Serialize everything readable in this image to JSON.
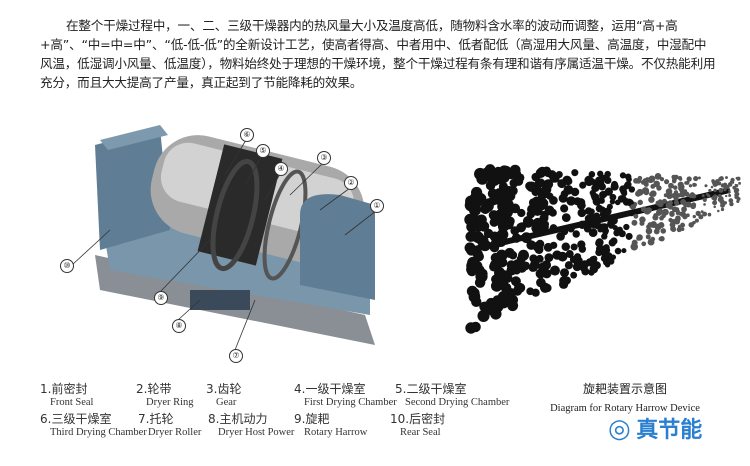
{
  "intro": "在整个干燥过程中，一、二、三级干燥器内的热风量大小及温度高低，随物料含水率的波动而调整，运用“高+高+高”、“中=中=中”、“低-低-低”的全新设计工艺，使高者得高、中者用中、低者配低（高湿用大风量、高温度，中湿配中风温，低湿调小风量、低温度），物料始终处于理想的干燥环境，整个干燥过程有条有理和谐有序属适温干燥。不仅热能利用充分，而且大大提高了产量，真正起到了节能降耗的效果。",
  "callouts": [
    "①",
    "②",
    "③",
    "④",
    "⑤",
    "⑥",
    "⑦",
    "⑧",
    "⑨",
    "⑩"
  ],
  "legend": [
    {
      "zh": "1.前密封",
      "en": "Front Seal"
    },
    {
      "zh": "2.轮带",
      "en": "Dryer Ring"
    },
    {
      "zh": "3.齿轮",
      "en": "Gear"
    },
    {
      "zh": "4.一级干燥室",
      "en": "First Drying Chamber"
    },
    {
      "zh": "5.二级干燥室",
      "en": "Second Drying Chamber"
    },
    {
      "zh": "6.三级干燥室",
      "en": "Third Drying Chamber"
    },
    {
      "zh": "7.托轮",
      "en": "Dryer Roller"
    },
    {
      "zh": "8.主机动力",
      "en": "Dryer Host Power"
    },
    {
      "zh": "9.旋耙",
      "en": "Rotary Harrow"
    },
    {
      "zh": "10.后密封",
      "en": "Rear Seal"
    }
  ],
  "harrow_caption": {
    "zh": "旋耙装置示意图",
    "en": "Diagram for Rotary Harrow Device"
  },
  "logo": {
    "text": "真节能"
  },
  "colors": {
    "housing": "#5f7e96",
    "drum": "#b9b9b9",
    "logo": "#2a7fd0"
  }
}
